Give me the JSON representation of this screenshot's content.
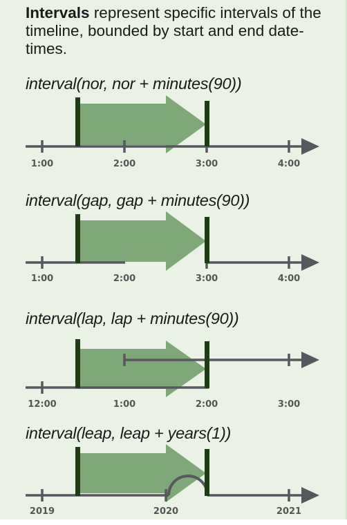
{
  "intro": {
    "bold": "Intervals",
    "text": " represent specific intervals of the timeline, bounded by start and end date-times."
  },
  "colors": {
    "background": "#e9f2e5",
    "interval_arrow": "#7fa878",
    "bound_marker": "#1f3d14",
    "timeline": "#57575e"
  },
  "diagrams": [
    {
      "code": "interval(nor, nor + minutes(90))",
      "ticks": [
        "1:00",
        "2:00",
        "3:00",
        "4:00"
      ]
    },
    {
      "code": "interval(gap, gap + minutes(90))",
      "ticks": [
        "1:00",
        "2:00",
        "3:00",
        "4:00"
      ]
    },
    {
      "code": "interval(lap, lap + minutes(90))",
      "ticks": [
        "12:00",
        "1:00",
        "2:00",
        "3:00"
      ]
    },
    {
      "code": "interval(leap, leap + years(1))",
      "ticks": [
        "2019",
        "2020",
        "2021"
      ]
    }
  ]
}
